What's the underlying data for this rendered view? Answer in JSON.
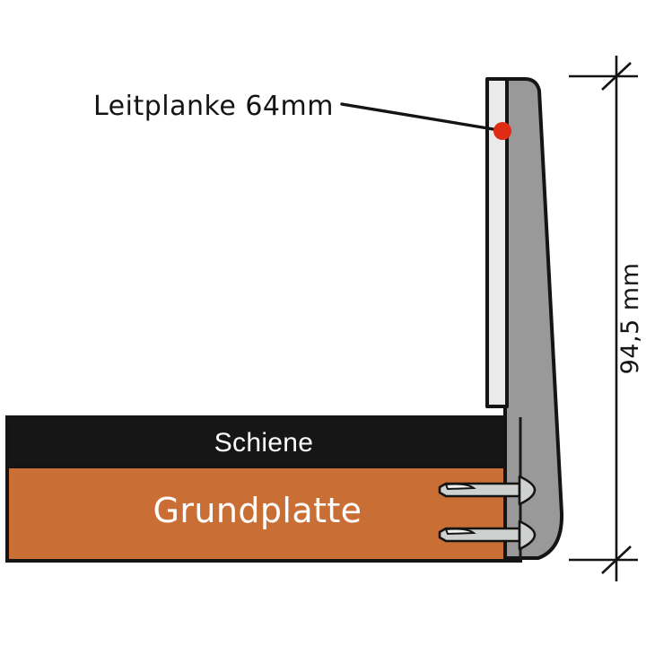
{
  "drawing": {
    "title": "Leitplanke Querschnitt",
    "background_color": "#ffffff"
  },
  "labels": {
    "leitplanke": "Leitplanke 64mm",
    "schiene": "Schiene",
    "grundplatte": "Grundplatte",
    "dimension_height": "94,5 mm"
  },
  "colors": {
    "outline": "#141414",
    "rail_black": "#161616",
    "baseplate_orange": "#c96f35",
    "profile_gray": "#999999",
    "guard_light": "#eaeaea",
    "screw_gray": "#cfd1d1",
    "marker_red": "#e02b15",
    "label_white": "#ffffff"
  },
  "components": {
    "guard_rail": {
      "name": "Leitplanke",
      "thickness_mm": 64,
      "fill": "#eaeaea"
    },
    "profile": {
      "name": "Profil",
      "fill": "#999999"
    },
    "rail": {
      "name": "Schiene",
      "fill": "#161616"
    },
    "base_plate": {
      "name": "Grundplatte",
      "fill": "#c96f35"
    },
    "fasteners": {
      "name": "Schrauben",
      "count": 2,
      "fill": "#cfd1d1"
    }
  },
  "dimension": {
    "value": "94,5 mm",
    "axis": "vertical",
    "tick_style": "slash"
  },
  "annotation": {
    "marker": "red-dot",
    "target_label": "Leitplanke 64mm"
  }
}
